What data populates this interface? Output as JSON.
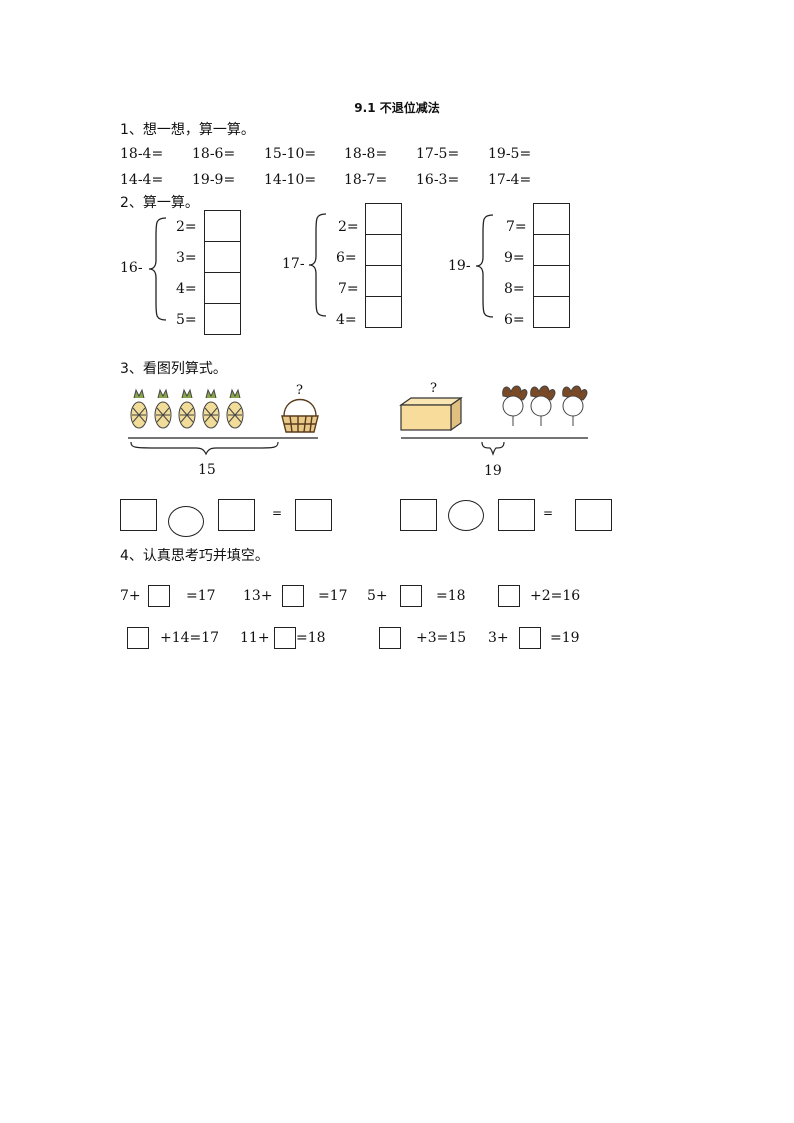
{
  "title": "9.1 不退位减法",
  "section1": {
    "heading": "1、想一想，算一算。",
    "row1": [
      "18-4=",
      "18-6=",
      "15-10=",
      "18-8=",
      "17-5=",
      "19-5="
    ],
    "row2": [
      "14-4=",
      "19-9=",
      "14-10=",
      "18-7=",
      "16-3=",
      "17-4="
    ]
  },
  "section2": {
    "heading": "2、算一算。",
    "groups": [
      {
        "minuend": "16-",
        "subtrahends": [
          "2=",
          "3=",
          "4=",
          "5="
        ]
      },
      {
        "minuend": "17-",
        "subtrahends": [
          "2=",
          "6=",
          "7=",
          "4="
        ]
      },
      {
        "minuend": "19-",
        "subtrahends": [
          "7=",
          "9=",
          "8=",
          "6="
        ]
      }
    ]
  },
  "section3": {
    "heading": "3、看图列算式。",
    "picture1": {
      "question": "?",
      "total": "15",
      "items": "pineapple",
      "unknown": "basket"
    },
    "picture2": {
      "question": "?",
      "total": "19",
      "items": "radish",
      "unknown": "box"
    },
    "equals": "="
  },
  "section4": {
    "heading": "4、认真思考巧并填空。",
    "row1": [
      {
        "before": "7+",
        "after": "=17"
      },
      {
        "before": "13+",
        "after": "=17"
      },
      {
        "before": "5+",
        "after": "=18"
      },
      {
        "before": "",
        "after": "+2=16"
      }
    ],
    "row2": [
      {
        "before": "",
        "after": "+14=17"
      },
      {
        "before": "11+",
        "after": "=18"
      },
      {
        "before": "",
        "after": "+3=15"
      },
      {
        "before": "3+",
        "after": "=19"
      }
    ]
  }
}
